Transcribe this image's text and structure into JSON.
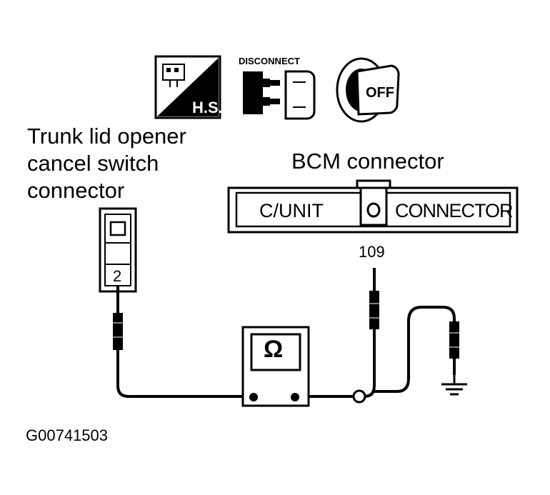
{
  "icons": {
    "harness_tag": "H.S.",
    "disconnect_label": "DISCONNECT",
    "ignition_tag": "OFF"
  },
  "switch_connector": {
    "label_lines": [
      "Trunk lid opener",
      "cancel switch",
      "connector"
    ],
    "terminal": "2"
  },
  "bcm_connector": {
    "label": "BCM connector",
    "left_text": "C/UNIT",
    "right_text": "CONNECTOR",
    "terminal": "109"
  },
  "meter_symbol": "Ω",
  "figure_code": "G00741503"
}
